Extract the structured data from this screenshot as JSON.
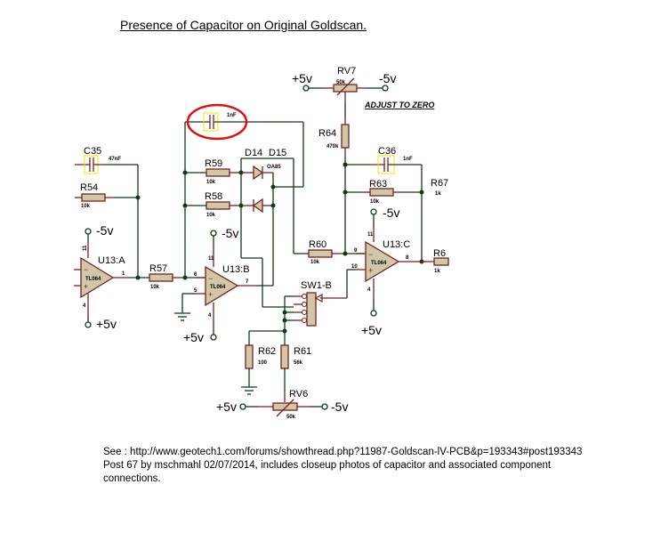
{
  "title": "Presence of  Capacitor on Original Goldscan.",
  "highlight_color": "#e01010",
  "components": {
    "rv7": {
      "ref": "RV7",
      "value": "50k",
      "left": "+5v",
      "right": "-5v",
      "note": "ADJUST TO ZERO"
    },
    "c_hl": {
      "value": "1nF"
    },
    "r64": {
      "ref": "R64",
      "value": "470k"
    },
    "c35": {
      "ref": "C35",
      "value": "47nF"
    },
    "r54": {
      "ref": "R54",
      "value": "10k"
    },
    "r59": {
      "ref": "R59",
      "value": "10k"
    },
    "r58": {
      "ref": "R58",
      "value": "10k"
    },
    "d14": {
      "ref": "D14"
    },
    "d15": {
      "ref": "D15",
      "value": "OA85"
    },
    "c36": {
      "ref": "C36",
      "value": "1nF"
    },
    "r63": {
      "ref": "R63",
      "value": "10k"
    },
    "r67": {
      "ref": "R67",
      "value": "1k"
    },
    "r6": {
      "ref": "R6",
      "value": "1k"
    },
    "r57": {
      "ref": "R57",
      "value": "10k"
    },
    "r60": {
      "ref": "R60",
      "value": "10k"
    },
    "sw1b": {
      "ref": "SW1-B"
    },
    "r62": {
      "ref": "R62",
      "value": "100"
    },
    "r61": {
      "ref": "R61",
      "value": "56k"
    },
    "rv6": {
      "ref": "RV6",
      "value": "50k",
      "left": "+5v",
      "right": "-5v"
    },
    "u13a": {
      "ref": "U13:A",
      "part": "TL064",
      "pin_top": "11",
      "pin_bot": "4",
      "pin_out": "1",
      "vneg": "-5v",
      "vpos": "+5v"
    },
    "u13b": {
      "ref": "U13:B",
      "part": "TL064",
      "pin_top": "11",
      "pin_bot": "4",
      "pin_in_neg": "6",
      "pin_in_pos": "5",
      "pin_out": "7",
      "vneg": "-5v",
      "vpos": "+5v"
    },
    "u13c": {
      "ref": "U13:C",
      "part": "TL064",
      "pin_top": "11",
      "pin_bot": "4",
      "pin_in_neg": "9",
      "pin_in_pos": "10",
      "pin_out": "8",
      "vneg": "-5v",
      "vpos": "+5v"
    }
  },
  "notes": {
    "line1": "See : http://www.geotech1.com/forums/showthread.php?11987-Goldscan-lV-PCB&p=193343#post193343",
    "line2": "Post 67 by mschmahl 02/07/2014, includes closeup photos of capacitor and associated component",
    "line3": "connections."
  }
}
